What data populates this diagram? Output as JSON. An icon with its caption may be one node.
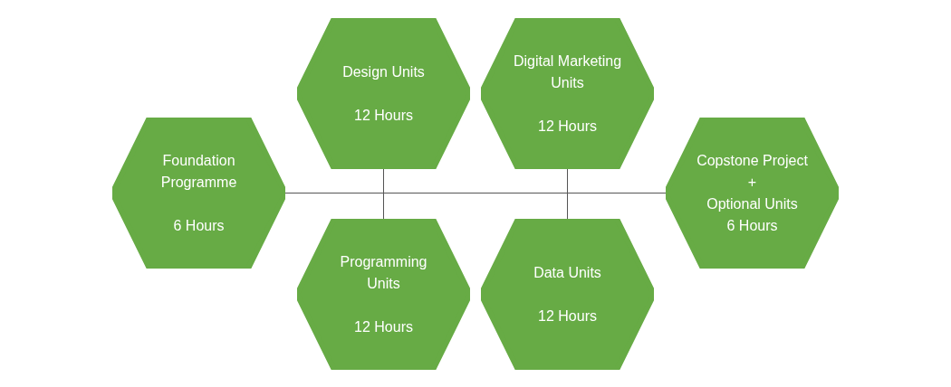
{
  "diagram": {
    "nodes": [
      {
        "text": [
          "Foundation Programme",
          "6 Hours"
        ]
      },
      {
        "text": [
          "Design Units",
          "12 Hours"
        ]
      },
      {
        "text": [
          "Programming Units",
          "12 Hours"
        ]
      },
      {
        "text": [
          "Digital Marketing Units",
          "12 Hours"
        ]
      },
      {
        "text": [
          "Data Units",
          "12 Hours"
        ]
      },
      {
        "text": [
          "Copstone Project",
          "+",
          "Optional Units",
          "6 Hours"
        ]
      }
    ],
    "edges": [
      {
        "from": 0,
        "to": 5,
        "arrow": "none"
      },
      {
        "from": 1,
        "to": 2,
        "arrow": "none"
      },
      {
        "from": 3,
        "to": 4,
        "arrow": "none"
      }
    ]
  }
}
